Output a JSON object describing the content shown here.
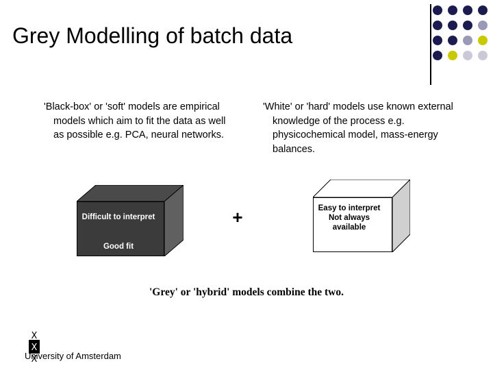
{
  "slide": {
    "title": "Grey Modelling of batch data",
    "columns": {
      "left": "'Black-box' or 'soft' models are empirical models which aim to fit the data as well as possible e.g. PCA, neural networks.",
      "right": "'White' or 'hard' models use known external knowledge of the process e.g. physicochemical model, mass-energy balances."
    },
    "cubes": {
      "black": {
        "label_1": "Difficult to interpret",
        "label_2": "Good fit",
        "color": "#3b3b3b",
        "text_color": "#ffffff"
      },
      "white": {
        "label_1": "Easy to interpret",
        "label_2": "Not always available",
        "color": "#ffffff",
        "text_color": "#000000"
      }
    },
    "operator": "+",
    "conclusion": "'Grey' or 'hybrid' models combine the two.",
    "footer": {
      "organisation": "University of Amsterdam",
      "logo_name": "uva-logo"
    },
    "decoration": {
      "dot_colors": [
        "#1f1f4f",
        "#2b2b66",
        "#6e6e9e",
        "#b3b3c9",
        "#c8c800",
        "#d9d900",
        "#ffffff"
      ],
      "rule_color": "#000000"
    }
  }
}
